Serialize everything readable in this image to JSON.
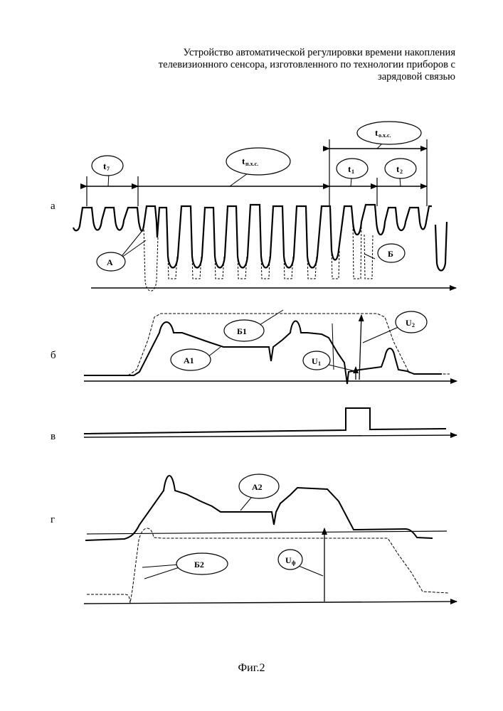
{
  "title": {
    "line1": "Устройство автоматической регулировки времени накопления",
    "line2": "телевизионного сенсора, изготовленного по технологии приборов с",
    "line3": "зарядовой связью"
  },
  "panels": {
    "a": "а",
    "b": "б",
    "v": "в",
    "g": "г"
  },
  "callouts": {
    "t7": "t",
    "t7_sub": "7",
    "tnxc": "t",
    "tnxc_sub": "п.х.с.",
    "toxc": "t",
    "toxc_sub": "о.х.с.",
    "t1": "t",
    "t1_sub": "1",
    "t2": "t",
    "t2_sub": "2",
    "A": "А",
    "B": "Б",
    "A1": "А1",
    "B1": "Б1",
    "U1": "U",
    "U1_sub": "1",
    "U2": "U",
    "U2_sub": "2",
    "A2": "А2",
    "B2": "Б2",
    "Uf": "U",
    "Uf_sub": "ф"
  },
  "caption": "Фиг.2"
}
